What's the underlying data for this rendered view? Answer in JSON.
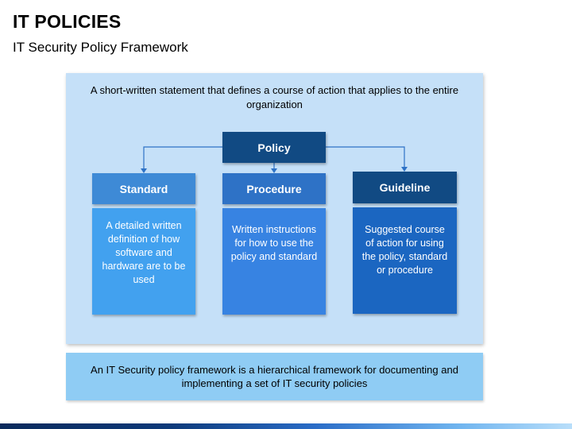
{
  "header": {
    "title": "IT POLICIES",
    "subtitle": "IT Security Policy Framework"
  },
  "diagram": {
    "statement": "A short-written statement that defines a course of action that applies to the entire organization",
    "root": "Policy",
    "children": [
      {
        "label": "Standard",
        "description": "A detailed written definition of how software and hardware are to be used"
      },
      {
        "label": "Procedure",
        "description": "Written instructions for how to use the policy and standard"
      },
      {
        "label": "Guideline",
        "description": "Suggested course of action for using the policy, standard or procedure"
      }
    ]
  },
  "footer_note": "An IT Security policy framework is a hierarchical framework for documenting  and implementing a set  of IT security policies",
  "colors": {
    "panel_background": "#c5e0f8",
    "policy_box": "#114a83",
    "standard_header": "#3e8ad6",
    "procedure_header": "#2e72c6",
    "guideline_header": "#114a83",
    "standard_desc": "#42a1ef",
    "procedure_desc": "#3783e2",
    "guideline_desc": "#1b66c1",
    "note_background": "#8fccf4",
    "connector": "#2e72c6"
  }
}
